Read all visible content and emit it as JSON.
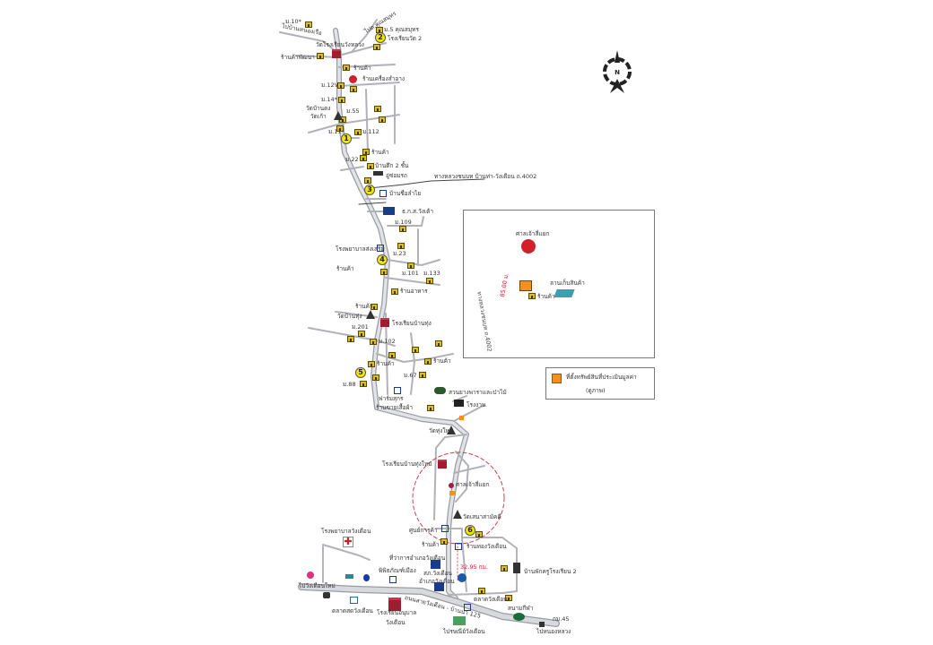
{
  "map": {
    "north_label": "N",
    "colors": {
      "road": "#c4c6cc",
      "road_edge": "#8a8c94",
      "house_icon": "#d8c020",
      "number_marker": "#f3e600",
      "radius_circle": "#d04050",
      "property_marker": "#f29120",
      "distance_text": "#d02030"
    },
    "number_markers": [
      "1",
      "2",
      "3",
      "4",
      "5",
      "6"
    ],
    "places": [
      {
        "id": "p01",
        "label": "ม.10*"
      },
      {
        "id": "p02",
        "label": "ไปบ้านหนองเรือ"
      },
      {
        "id": "p03",
        "label": "ไปต.คุณสมุทร"
      },
      {
        "id": "p04",
        "label": "ม.5 คุณสมุทร"
      },
      {
        "id": "p05",
        "label": "โรงเรียนวัด 2"
      },
      {
        "id": "p06",
        "label": "วัดโรงเรียนวังหลวง"
      },
      {
        "id": "p07",
        "label": "ร้านค้าพัฒนา"
      },
      {
        "id": "p08",
        "label": "ร้านค้า"
      },
      {
        "id": "p09",
        "label": "ร้านเครื่องสำอาง"
      },
      {
        "id": "p10",
        "label": "ม.12V"
      },
      {
        "id": "p11",
        "label": "ม.14*"
      },
      {
        "id": "p12",
        "label": "วัดบ้านดง"
      },
      {
        "id": "p13",
        "label": "วัดเก้า"
      },
      {
        "id": "p14",
        "label": "ม.55"
      },
      {
        "id": "p15",
        "label": "ม.11"
      },
      {
        "id": "p16",
        "label": "ม.112"
      },
      {
        "id": "p17",
        "label": "ร้านค้า"
      },
      {
        "id": "p18",
        "label": "ม.22"
      },
      {
        "id": "p19",
        "label": "บ้านตึก 2 ชั้น"
      },
      {
        "id": "p20",
        "label": "อู่ซ่อมรถ"
      },
      {
        "id": "p21",
        "label": "ทางหลวงชนบท บ้านท่า-วังเดือน ถ.4002"
      },
      {
        "id": "p22",
        "label": "บ้านชื่อลำไย"
      },
      {
        "id": "p23",
        "label": "ธ.ก.ส.วังเต้า"
      },
      {
        "id": "p24",
        "label": "ม.109"
      },
      {
        "id": "p25",
        "label": "โรงพยาบาลส่งเสริม"
      },
      {
        "id": "p26",
        "label": "ม.23"
      },
      {
        "id": "p27",
        "label": "ร้านค้า"
      },
      {
        "id": "p28",
        "label": "ม.101"
      },
      {
        "id": "p29",
        "label": "ม.133"
      },
      {
        "id": "p30",
        "label": "ร้านอาหาร"
      },
      {
        "id": "p31",
        "label": "ร้านค้า"
      },
      {
        "id": "p32",
        "label": "วัดบ้านทุ่ง"
      },
      {
        "id": "p33",
        "label": "ม.201"
      },
      {
        "id": "p34",
        "label": "โรงเรียนบ้านทุ่ง"
      },
      {
        "id": "p35",
        "label": "ม.102"
      },
      {
        "id": "p36",
        "label": "ร้านค้า"
      },
      {
        "id": "p37",
        "label": "ร้านค้า"
      },
      {
        "id": "p38",
        "label": "ม.88"
      },
      {
        "id": "p39",
        "label": "ม.67"
      },
      {
        "id": "p40",
        "label": "ฟาร์มสุกร"
      },
      {
        "id": "p41",
        "label": "ร้านขายเสื้อผ้า"
      },
      {
        "id": "p42",
        "label": "สวนยางพาราและป่าไม้"
      },
      {
        "id": "p43",
        "label": "โรงงาน"
      },
      {
        "id": "p44",
        "label": "วัดทุ่งใหม่"
      },
      {
        "id": "p45",
        "label": "โรงเรียนบ้านทุ่งใหม่"
      },
      {
        "id": "p46",
        "label": "ศาลเจ้าสี่แยก"
      },
      {
        "id": "p47",
        "label": "วัดเสนาสามัคคี"
      },
      {
        "id": "p48",
        "label": "ศูนย์การค้า"
      },
      {
        "id": "p49",
        "label": "ร้านค้า"
      },
      {
        "id": "p50",
        "label": "ร้านทองวังเดือน"
      },
      {
        "id": "p51",
        "label": "โรงพยาบาลวังเดือน"
      },
      {
        "id": "p52",
        "label": "ที่ว่าการอำเภอวังเดือน"
      },
      {
        "id": "p53",
        "label": "สภ.วังเดือน"
      },
      {
        "id": "p54",
        "label": "อำเภอวังเดือน"
      },
      {
        "id": "p55",
        "label": "พิพิธภัณฑ์เมือง"
      },
      {
        "id": "p56",
        "label": "ไปวังเดือนใหม่"
      },
      {
        "id": "p57",
        "label": "ตลาดสดวังเดือน"
      },
      {
        "id": "p58",
        "label": "โรงเรียนอนุบาล"
      },
      {
        "id": "p59",
        "label": "วังเดือน"
      },
      {
        "id": "p60",
        "label": "ถนนสายวังเดือน - บ้านนา 125"
      },
      {
        "id": "p61",
        "label": "ตลาดวังเดือน"
      },
      {
        "id": "p62",
        "label": "ไปรษณีย์วังเดือน"
      },
      {
        "id": "p63",
        "label": "บ้านพักครูโรงเรียน 2"
      },
      {
        "id": "p64",
        "label": "สนามกีฬา"
      },
      {
        "id": "p65",
        "label": "กม.45"
      },
      {
        "id": "p66",
        "label": "ไปหนองหลวง"
      }
    ],
    "distance_label": "32.95 กม."
  },
  "inset": {
    "top_label": "ศาลเจ้าสี่แยก",
    "road_label": "ทางหลวงชนบท ถ.4002",
    "distance_label": "85.00 ม.",
    "building_label": "ลานเก็บสินค้า",
    "shop_label": "ร้านค้า"
  },
  "legend": {
    "line1": "ที่ตั้งทรัพย์สินที่ประเมินมูลค่า",
    "line2": "(ดูภาพ)"
  }
}
